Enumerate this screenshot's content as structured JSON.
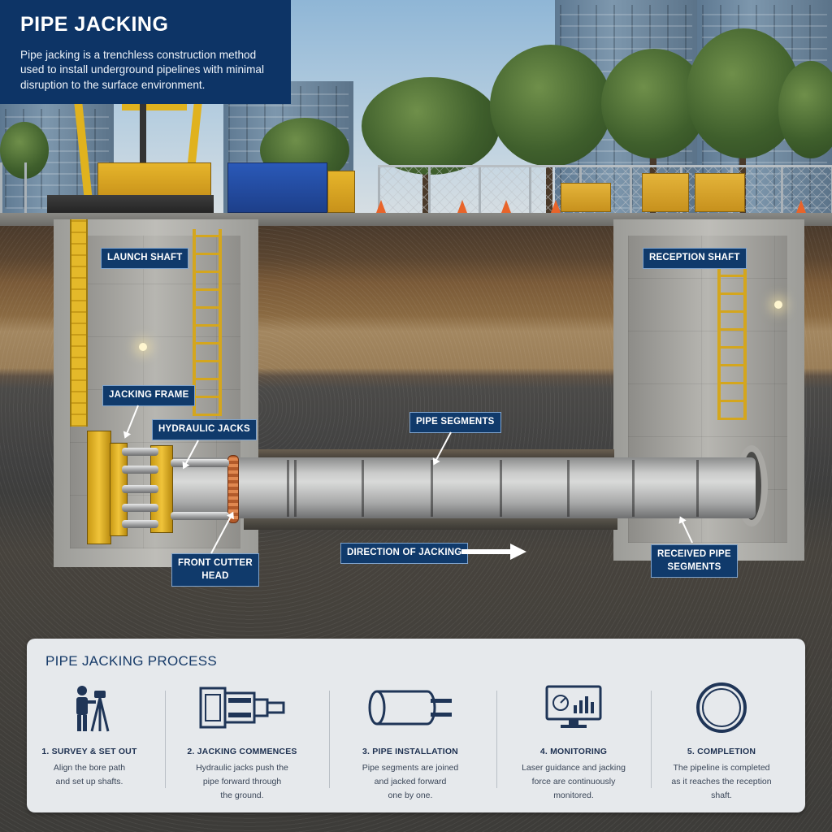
{
  "header": {
    "title": "PIPE JACKING",
    "description": "Pipe jacking is a trenchless construction method used to install underground pipelines with minimal disruption to the surface environment."
  },
  "labels": {
    "launch_shaft": "LAUNCH SHAFT",
    "reception_shaft": "RECEPTION SHAFT",
    "jacking_frame": "JACKING FRAME",
    "hydraulic_jacks": "HYDRAULIC JACKS",
    "pipe_segments": "PIPE SEGMENTS",
    "front_cutter_head_line1": "FRONT CUTTER",
    "front_cutter_head_line2": "HEAD",
    "direction_of_jacking": "DIRECTION OF JACKING",
    "received_pipe_segments_line1": "RECEIVED PIPE",
    "received_pipe_segments_line2": "SEGMENTS"
  },
  "process": {
    "title": "PIPE JACKING PROCESS",
    "steps": [
      {
        "title": "1. SURVEY & SET OUT",
        "desc_lines": [
          "Align the bore path",
          "and set up shafts."
        ],
        "icon": "surveyor-icon"
      },
      {
        "title": "2. JACKING COMMENCES",
        "desc_lines": [
          "Hydraulic jacks push the",
          "pipe forward through",
          "the ground."
        ],
        "icon": "hydraulic-jack-icon"
      },
      {
        "title": "3. PIPE INSTALLATION",
        "desc_lines": [
          "Pipe segments are joined",
          "and jacked forward",
          "one by one."
        ],
        "icon": "pipe-icon"
      },
      {
        "title": "4. MONITORING",
        "desc_lines": [
          "Laser guidance and jacking",
          "force are continuously",
          "monitored."
        ],
        "icon": "monitor-icon"
      },
      {
        "title": "5. COMPLETION",
        "desc_lines": [
          "The pipeline is completed",
          "as it reaches the reception",
          "shaft."
        ],
        "icon": "pipe-ring-icon"
      }
    ]
  },
  "colors": {
    "navy": "#0d3466",
    "label_bg": "#103a6b",
    "panel_bg": "#e6e9ec",
    "accent_yellow": "#e0b21e"
  }
}
